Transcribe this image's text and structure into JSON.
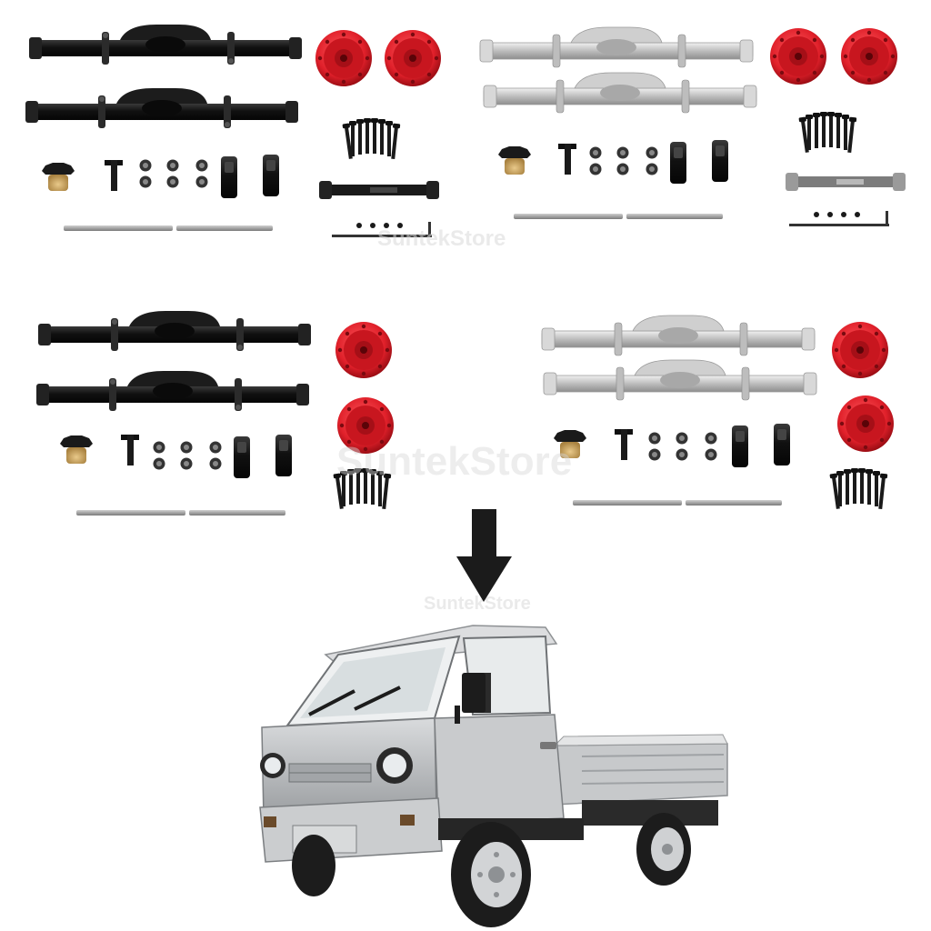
{
  "watermark": {
    "text_top": "SuntekStore",
    "text_middle": "SuntekStore",
    "text_bottom": "SuntekStore"
  },
  "kits": [
    {
      "id": "kit-top-left-black",
      "finish": "black",
      "extras": "driveshaft-and-hex-key"
    },
    {
      "id": "kit-top-right-silver",
      "finish": "silver",
      "extras": "driveshaft-and-hex-key"
    },
    {
      "id": "kit-middle-left-black",
      "finish": "black",
      "extras": "none"
    },
    {
      "id": "kit-middle-right-silver",
      "finish": "silver",
      "extras": "none"
    }
  ],
  "colors": {
    "black_part": "#1a1a1a",
    "silver_part": "#c9c9c9",
    "red_cap": "#e0202a",
    "truck_body": "#b9bcbf",
    "arrow": "#1b1b1b"
  },
  "icons": {
    "arrow": "down-arrow-icon",
    "truck": "rc-mini-truck"
  }
}
